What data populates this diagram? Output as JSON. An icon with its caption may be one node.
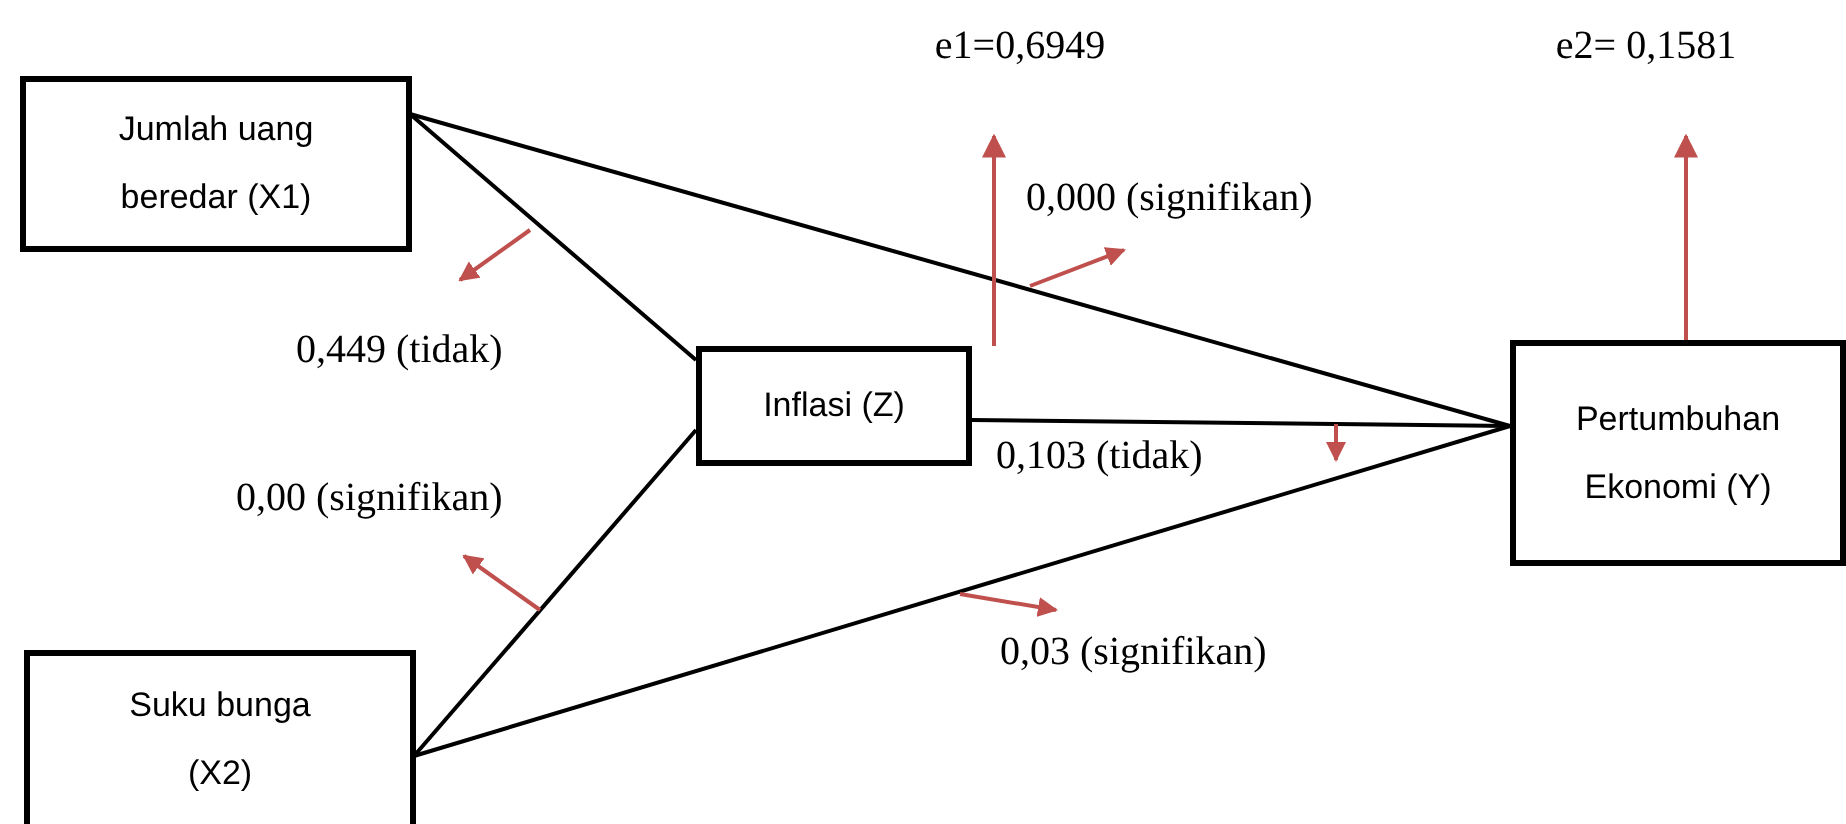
{
  "diagram": {
    "nodes": [
      {
        "text": [
          "e1=0,6949"
        ]
      },
      {
        "text": [
          "e2= 0,1581"
        ]
      },
      {
        "text": [
          "Jumlah uang beredar (X1)"
        ]
      },
      {
        "text": [
          "Inflasi (Z)"
        ]
      },
      {
        "text": [
          "Pertumbuhan Ekonomi (Y)"
        ]
      },
      {
        "text": [
          "Suku bunga (X2)"
        ]
      }
    ],
    "edges": [
      {
        "from": 2,
        "to": 3,
        "arrow": "none",
        "label": "0,449 (tidak)"
      },
      {
        "from": 2,
        "to": 4,
        "arrow": "none",
        "label": "0,000 (signifikan)"
      },
      {
        "from": 5,
        "to": 3,
        "arrow": "none",
        "label": "0,00 (signifikan)"
      },
      {
        "from": 5,
        "to": 4,
        "arrow": "none",
        "label": "0,03 (signifikan)"
      },
      {
        "from": 3,
        "to": 4,
        "arrow": "none",
        "label": "0,103 (tidak)"
      },
      {
        "from": 3,
        "to": 0,
        "arrow": "to",
        "color": "#c0504d"
      },
      {
        "from": 4,
        "to": 1,
        "arrow": "to",
        "color": "#c0504d"
      }
    ]
  }
}
